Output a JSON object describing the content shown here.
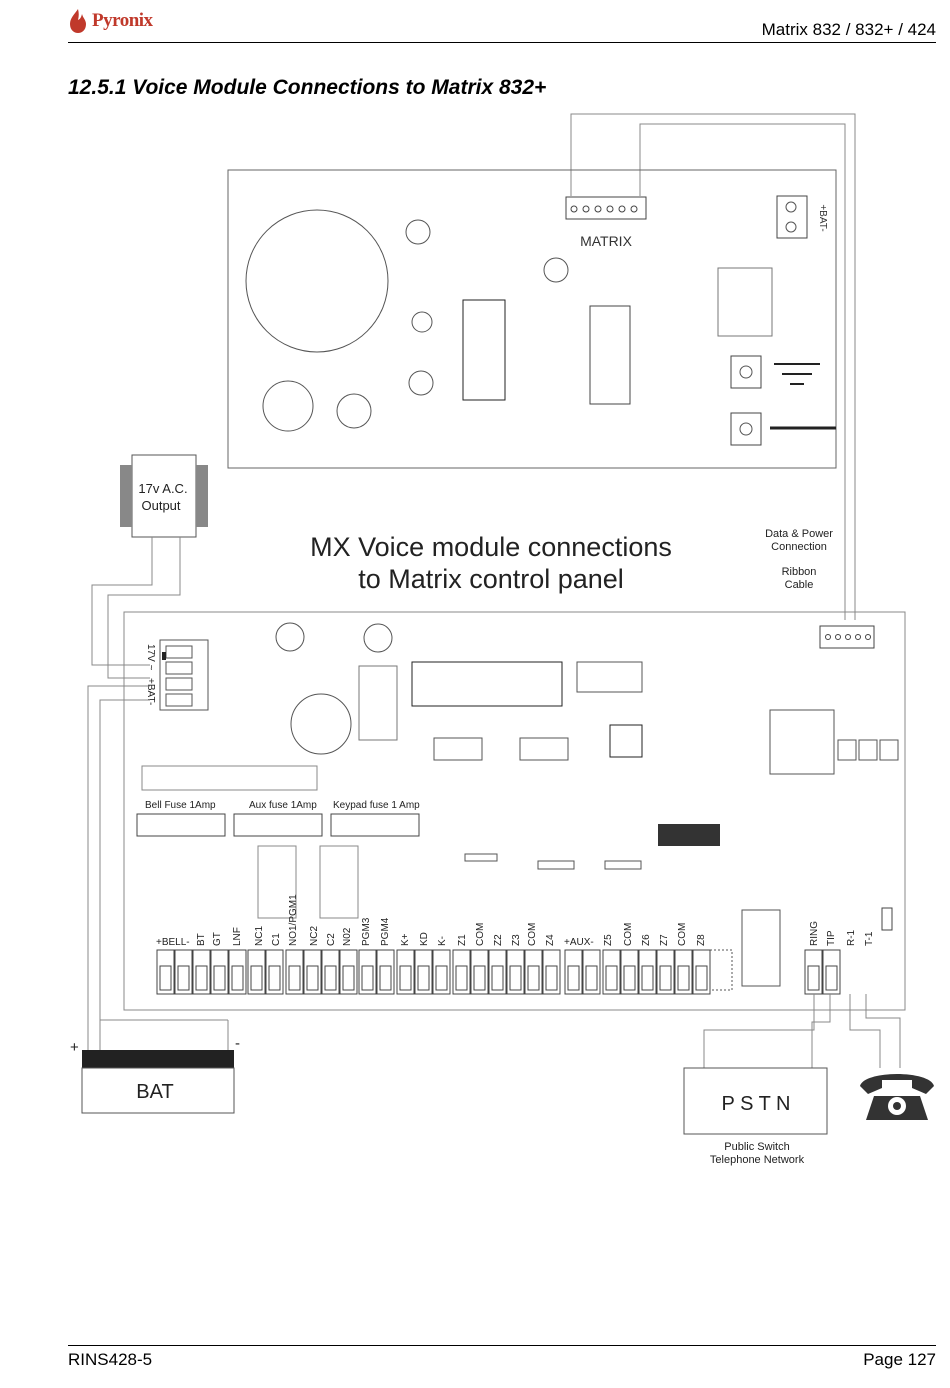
{
  "header": {
    "brand": "Pyronix",
    "model": "Matrix 832 / 832+ / 424"
  },
  "section_title": "12.5.1 Voice Module Connections to Matrix 832+",
  "diagram": {
    "heading_line1": "MX Voice module connections",
    "heading_line2": "to Matrix control panel",
    "voice_module": {
      "matrix_label": "MATRIX",
      "bat_label": "+BAT-"
    },
    "transformer": {
      "line1": "17v A.C.",
      "line2": "Output"
    },
    "ribbon": {
      "line1": "Data & Power",
      "line2": "Connection",
      "line3": "Ribbon",
      "line4": "Cable"
    },
    "power_terminals": {
      "label1": "17V ~",
      "label2": "+BAT-"
    },
    "fuses": {
      "bell": "Bell Fuse 1Amp",
      "aux": "Aux fuse 1Amp",
      "keypad": "Keypad fuse 1 Amp"
    },
    "terminals": [
      "+BELL-",
      "BT",
      "GT",
      "LNF",
      "NC1",
      "C1",
      "NO1/PGM1",
      "NC2",
      "C2",
      "N02",
      "PGM3",
      "PGM4",
      "K+",
      "KD",
      "K-",
      "Z1",
      "COM",
      "Z2",
      "Z3",
      "COM",
      "Z4",
      "+AUX-",
      "Z5",
      "COM",
      "Z6",
      "Z7",
      "COM",
      "Z8",
      "RING",
      "TIP",
      "R-1",
      "T-1"
    ],
    "battery": {
      "label": "BAT",
      "plus": "+",
      "minus": "-"
    },
    "pstn": {
      "label": "P S T N",
      "caption_line1": "Public Switch",
      "caption_line2": "Telephone Network"
    }
  },
  "footer": {
    "doc_ref": "RINS428-5",
    "page": "Page 127"
  }
}
